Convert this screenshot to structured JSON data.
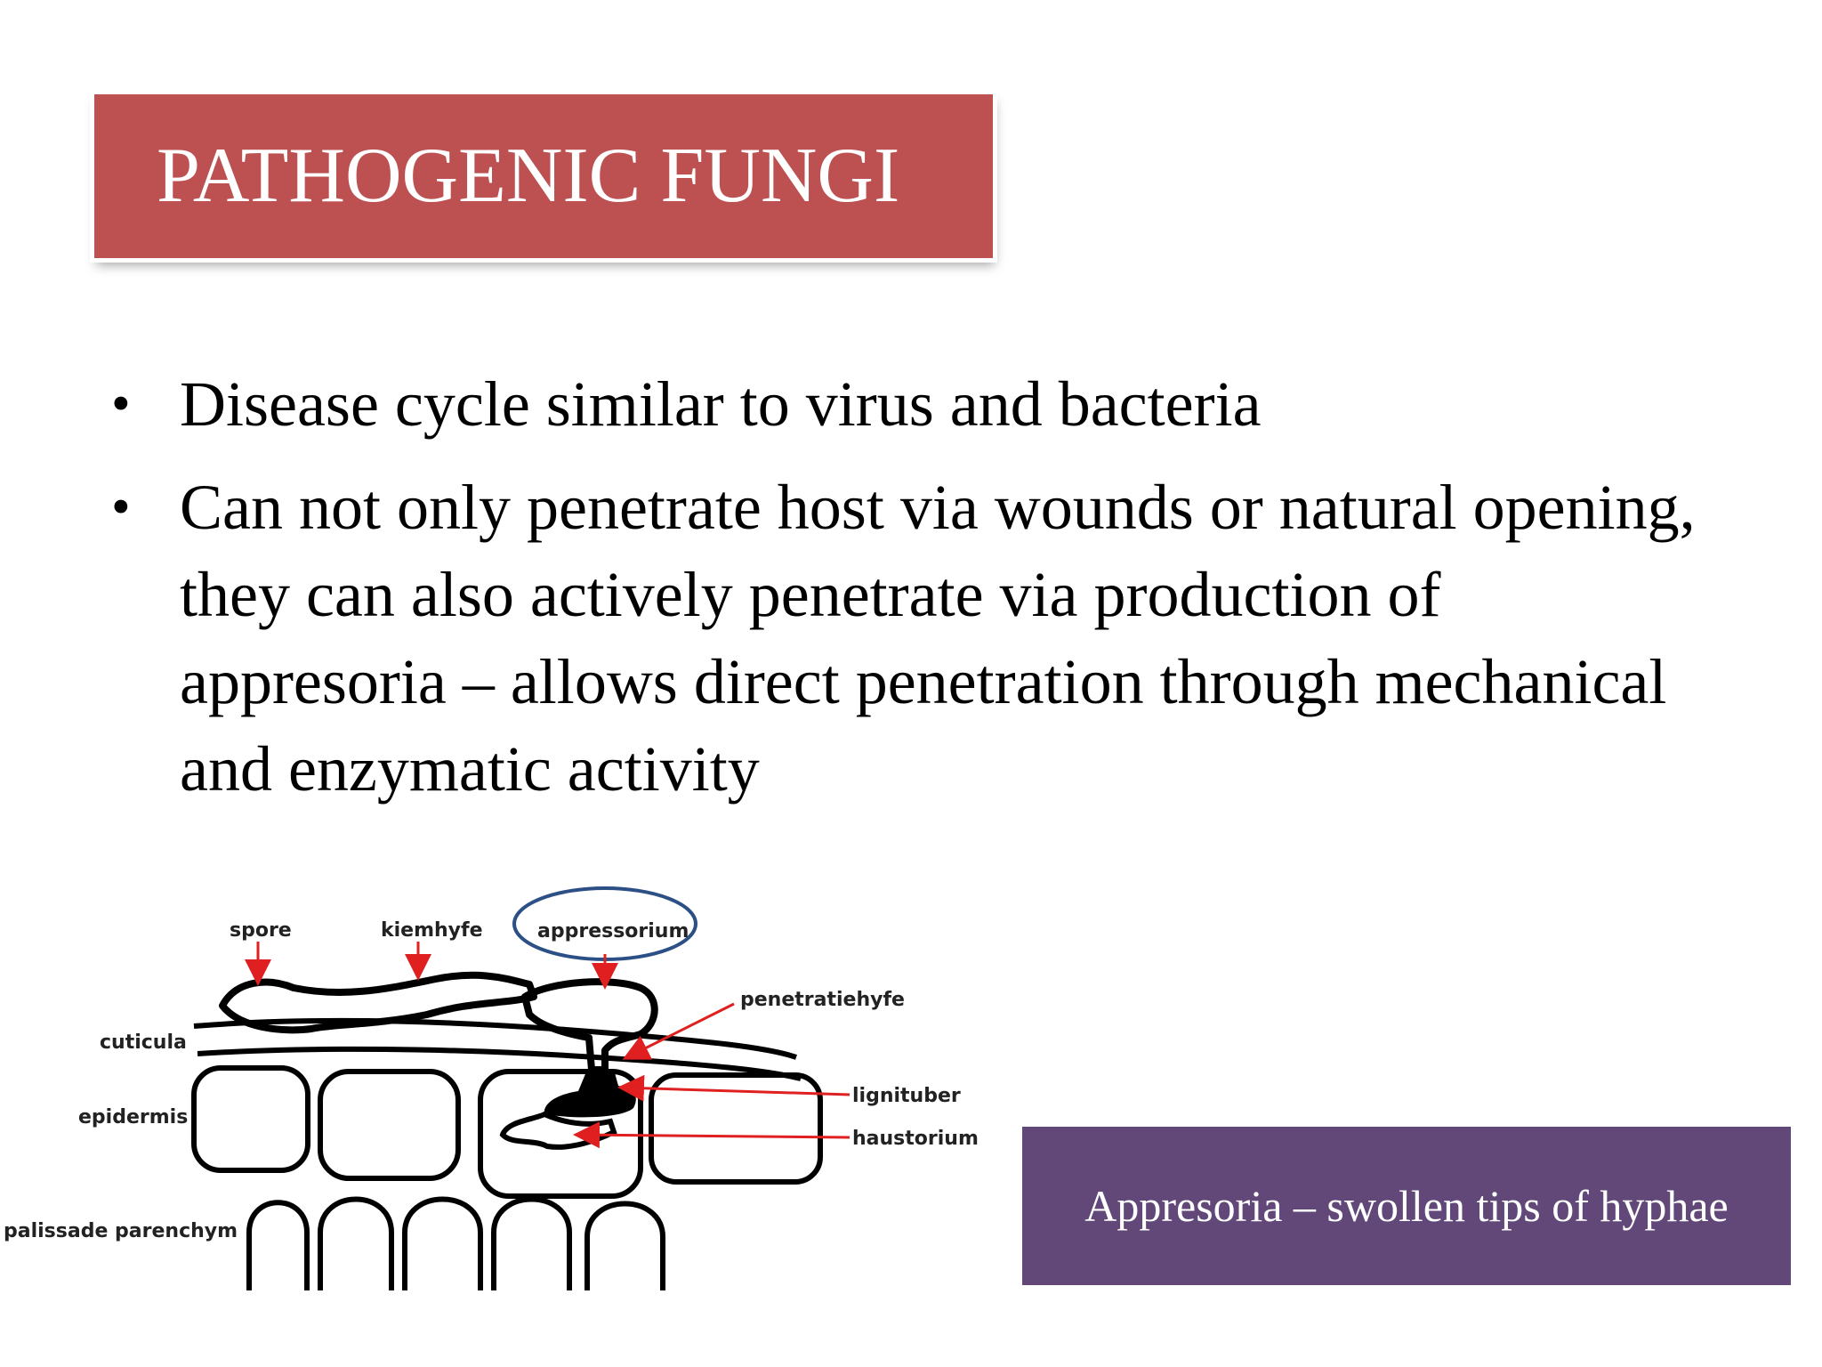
{
  "slide": {
    "title": "PATHOGENIC FUNGI",
    "bullets": [
      "Disease cycle similar to virus and bacteria",
      "Can not only penetrate host via wounds or natural opening, they can also actively penetrate via production of appresoria – allows direct penetration through mechanical and enzymatic activity"
    ],
    "bullet_glyph": "•",
    "caption": "Appresoria – swollen tips of hyphae",
    "colors": {
      "title_bg": "#bd5151",
      "caption_bg": "#614879",
      "arrow": "#e02020",
      "highlight_ellipse": "#2c4f86"
    }
  },
  "diagram": {
    "labels": {
      "spore": "spore",
      "kiemhyfe": "kiemhyfe",
      "appressorium": "appressorium",
      "penetratiehyfe": "penetratiehyfe",
      "cuticula": "cuticula",
      "epidermis": "epidermis",
      "lignituber": "lignituber",
      "haustorium": "haustorium",
      "palissade_parenchym": "palissade parenchym"
    }
  }
}
